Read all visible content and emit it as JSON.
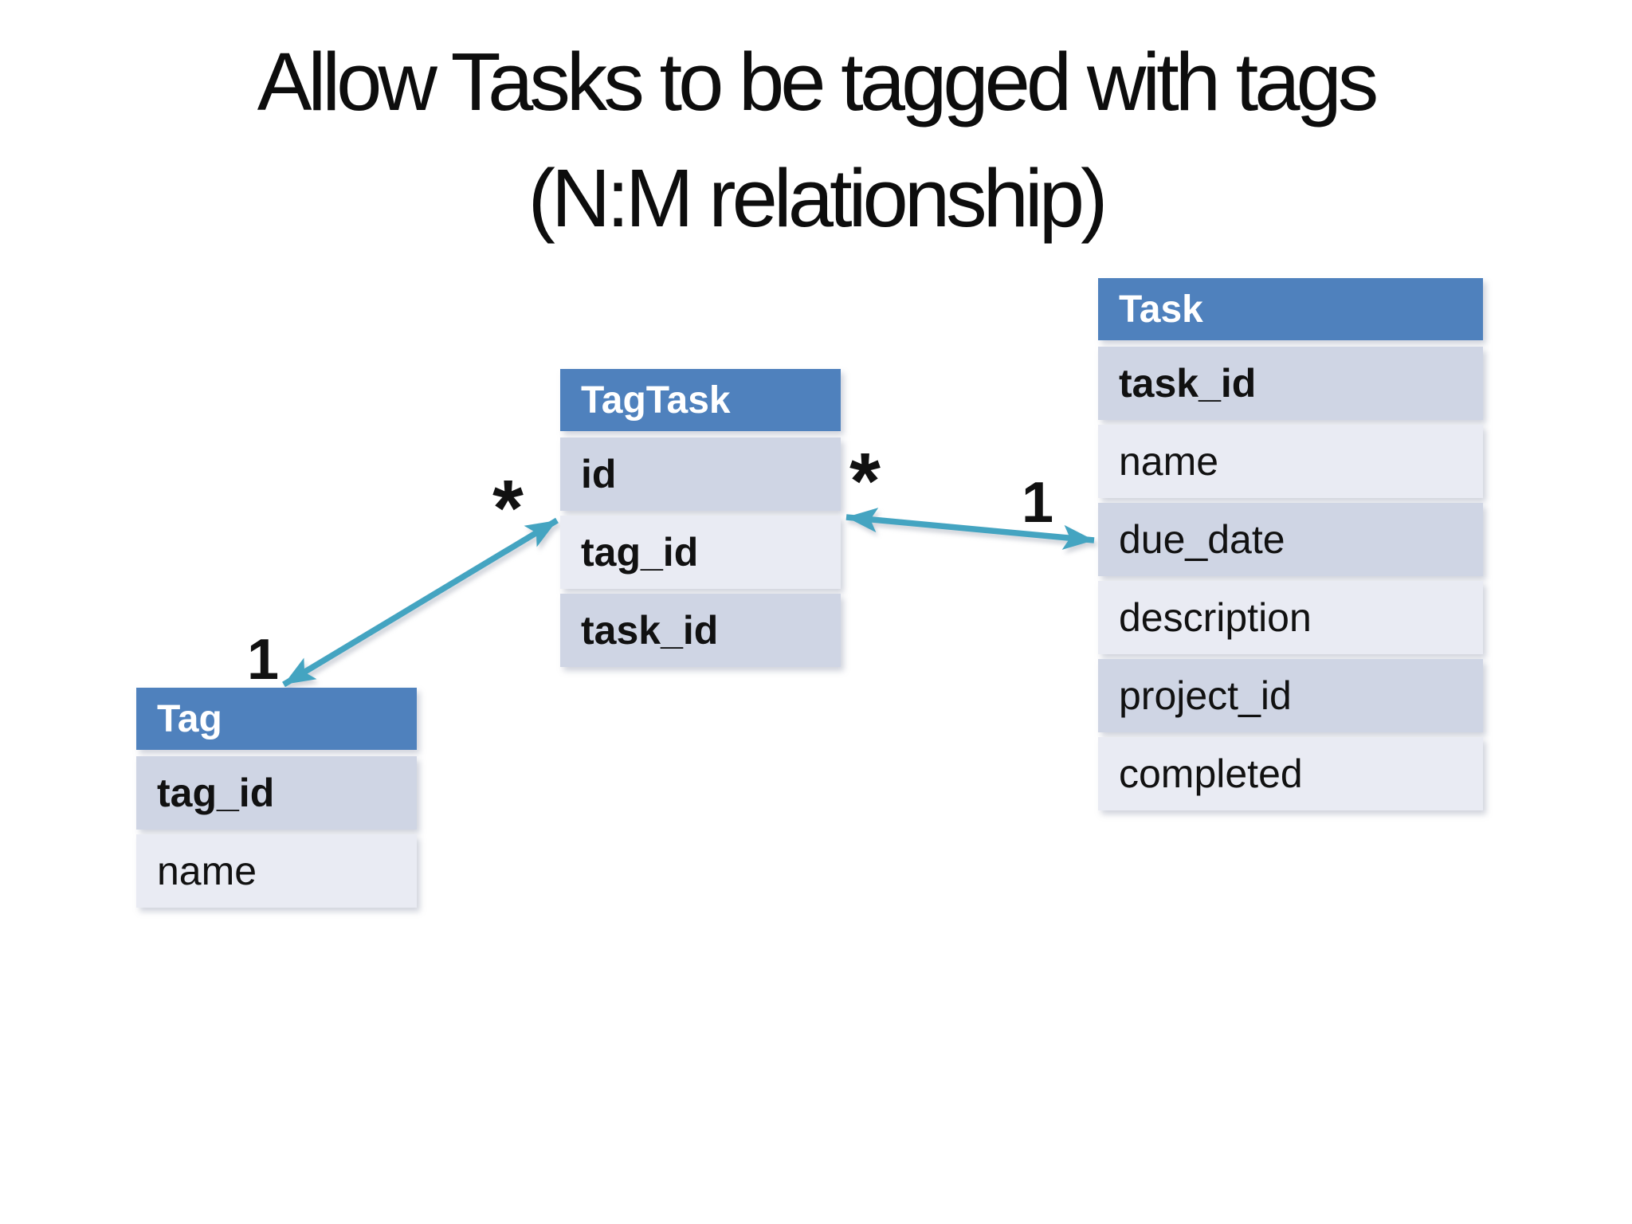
{
  "title": {
    "line1": "Allow Tasks to be tagged with tags",
    "line2": "(N:M relationship)"
  },
  "tables": {
    "tag": {
      "title": "Tag",
      "fields": [
        {
          "label": "tag_id",
          "primary_key": true
        },
        {
          "label": "name",
          "primary_key": false
        }
      ]
    },
    "tagtask": {
      "title": "TagTask",
      "fields": [
        {
          "label": "id",
          "primary_key": true
        },
        {
          "label": "tag_id",
          "primary_key": true
        },
        {
          "label": "task_id",
          "primary_key": true
        }
      ]
    },
    "task": {
      "title": "Task",
      "fields": [
        {
          "label": "task_id",
          "primary_key": true
        },
        {
          "label": "name",
          "primary_key": false
        },
        {
          "label": "due_date",
          "primary_key": false
        },
        {
          "label": "description",
          "primary_key": false
        },
        {
          "label": "project_id",
          "primary_key": false
        },
        {
          "label": "completed",
          "primary_key": false
        }
      ]
    }
  },
  "relationships": [
    {
      "from": "Tag",
      "to": "TagTask",
      "from_label": "1",
      "to_label": "*"
    },
    {
      "from": "TagTask",
      "to": "Task",
      "from_label": "*",
      "to_label": "1"
    }
  ],
  "colors": {
    "header_fill": "#4f81bd",
    "row_dark": "#cfd5e4",
    "row_light": "#e9ebf3",
    "arrow": "#44a4c1",
    "header_text": "#ffffff",
    "body_text": "#111111",
    "title_text": "#0d0d0d",
    "background": "#ffffff"
  }
}
